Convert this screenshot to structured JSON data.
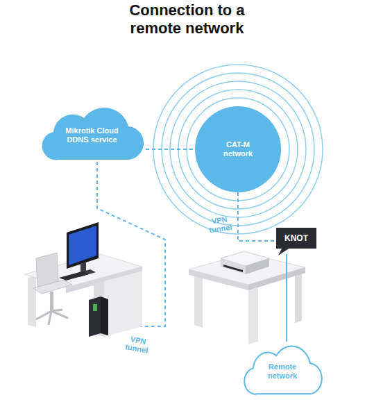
{
  "diagram": {
    "title": "Connection to a remote network",
    "nodes": [
      {
        "text": [
          "Mikrotik Cloud DDNS service"
        ]
      },
      {
        "text": [
          "CAT-M network"
        ]
      },
      {
        "text": [
          "KNOT"
        ]
      },
      {
        "text": [
          "Remote network"
        ]
      }
    ],
    "edges": [
      {
        "from": 0,
        "to": 1,
        "arrow": "none"
      },
      {
        "from": 1,
        "to": 2,
        "label": "VPN tunnel",
        "arrow": "none"
      },
      {
        "from": 2,
        "to": 3,
        "arrow": "none"
      }
    ],
    "labels": [
      "VPN tunnel"
    ]
  }
}
